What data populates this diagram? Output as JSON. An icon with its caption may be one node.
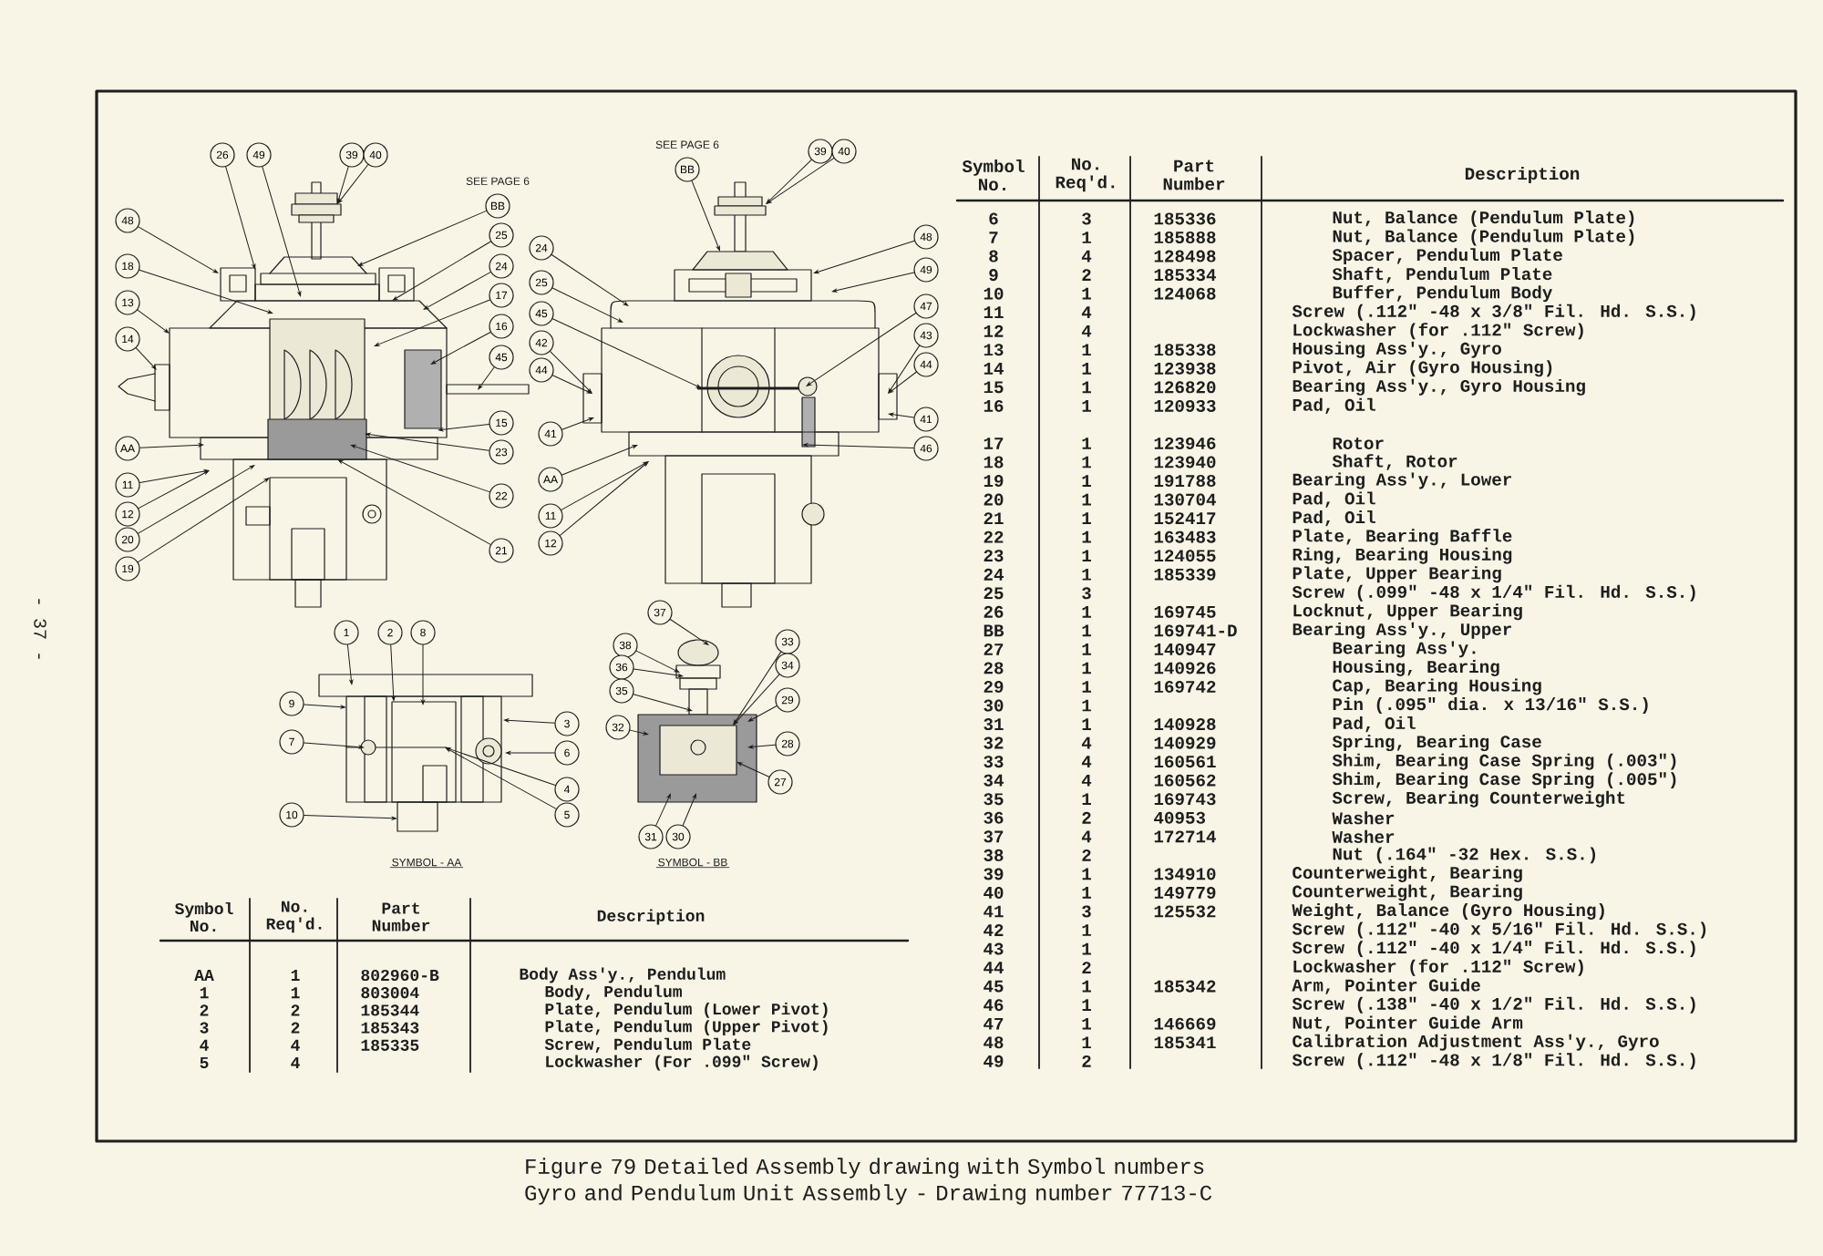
{
  "diagram": {
    "caption": "Figure 79 Detailed Assembly drawing with Symbol numbers Gyro and Pendulum Unit Assembly - Drawing number 77713-C",
    "nodes": [
      {
        "text": [
          "26"
        ]
      },
      {
        "text": [
          "49"
        ]
      },
      {
        "text": [
          "39"
        ]
      },
      {
        "text": [
          "40"
        ]
      },
      {
        "text": [
          "BB"
        ],
        "beside": [
          "SEE PAGE 6"
        ]
      },
      {
        "text": [
          "25"
        ]
      },
      {
        "text": [
          "24"
        ]
      },
      {
        "text": [
          "17"
        ]
      },
      {
        "text": [
          "16"
        ]
      },
      {
        "text": [
          "45"
        ]
      },
      {
        "text": [
          "15"
        ]
      },
      {
        "text": [
          "23"
        ]
      },
      {
        "text": [
          "22"
        ]
      },
      {
        "text": [
          "21"
        ]
      },
      {
        "text": [
          "48"
        ]
      },
      {
        "text": [
          "18"
        ]
      },
      {
        "text": [
          "13"
        ]
      },
      {
        "text": [
          "14"
        ]
      },
      {
        "text": [
          "AA"
        ]
      },
      {
        "text": [
          "11"
        ]
      },
      {
        "text": [
          "12"
        ]
      },
      {
        "text": [
          "20"
        ]
      },
      {
        "text": [
          "19"
        ]
      },
      {
        "text": [
          "BB"
        ],
        "beside": [
          "SEE PAGE 6"
        ]
      },
      {
        "text": [
          "39"
        ]
      },
      {
        "text": [
          "40"
        ]
      },
      {
        "text": [
          "24"
        ]
      },
      {
        "text": [
          "25"
        ]
      },
      {
        "text": [
          "45"
        ]
      },
      {
        "text": [
          "42"
        ]
      },
      {
        "text": [
          "44"
        ]
      },
      {
        "text": [
          "41"
        ]
      },
      {
        "text": [
          "AA"
        ]
      },
      {
        "text": [
          "11"
        ]
      },
      {
        "text": [
          "12"
        ]
      },
      {
        "text": [
          "48"
        ]
      },
      {
        "text": [
          "49"
        ]
      },
      {
        "text": [
          "47"
        ]
      },
      {
        "text": [
          "43"
        ]
      },
      {
        "text": [
          "44"
        ]
      },
      {
        "text": [
          "41"
        ]
      },
      {
        "text": [
          "46"
        ]
      },
      {
        "text": [
          "1"
        ]
      },
      {
        "text": [
          "2"
        ]
      },
      {
        "text": [
          "8"
        ]
      },
      {
        "text": [
          "9"
        ]
      },
      {
        "text": [
          "7"
        ]
      },
      {
        "text": [
          "3"
        ]
      },
      {
        "text": [
          "6"
        ]
      },
      {
        "text": [
          "4"
        ]
      },
      {
        "text": [
          "5"
        ]
      },
      {
        "text": [
          "10"
        ]
      },
      {
        "text": [
          "38"
        ]
      },
      {
        "text": [
          "37"
        ]
      },
      {
        "text": [
          "36"
        ]
      },
      {
        "text": [
          "35"
        ]
      },
      {
        "text": [
          "32"
        ]
      },
      {
        "text": [
          "33"
        ]
      },
      {
        "text": [
          "34"
        ]
      },
      {
        "text": [
          "29"
        ]
      },
      {
        "text": [
          "28"
        ]
      },
      {
        "text": [
          "27"
        ]
      },
      {
        "text": [
          "31"
        ]
      },
      {
        "text": [
          "30"
        ]
      }
    ],
    "edges": [
      {
        "from": 0,
        "to": null,
        "arrow": "to"
      },
      {
        "from": 1,
        "to": null,
        "arrow": "to"
      },
      {
        "from": 2,
        "to": null,
        "arrow": "to"
      },
      {
        "from": 3,
        "to": null,
        "arrow": "to"
      },
      {
        "from": 4,
        "to": null,
        "arrow": "to"
      },
      {
        "from": 5,
        "to": null,
        "arrow": "to"
      },
      {
        "from": 6,
        "to": null,
        "arrow": "to"
      },
      {
        "from": 7,
        "to": null,
        "arrow": "to"
      },
      {
        "from": 8,
        "to": null,
        "arrow": "to"
      },
      {
        "from": 9,
        "to": null,
        "arrow": "to"
      },
      {
        "from": 10,
        "to": null,
        "arrow": "to"
      },
      {
        "from": 11,
        "to": null,
        "arrow": "to"
      },
      {
        "from": 12,
        "to": null,
        "arrow": "to"
      },
      {
        "from": 13,
        "to": null,
        "arrow": "to"
      },
      {
        "from": 14,
        "to": null,
        "arrow": "to"
      },
      {
        "from": 15,
        "to": null,
        "arrow": "to"
      },
      {
        "from": 16,
        "to": null,
        "arrow": "to"
      },
      {
        "from": 17,
        "to": null,
        "arrow": "to"
      },
      {
        "from": 18,
        "to": null,
        "arrow": "to"
      },
      {
        "from": 19,
        "to": null,
        "arrow": "to"
      },
      {
        "from": 20,
        "to": null,
        "arrow": "to"
      },
      {
        "from": 21,
        "to": null,
        "arrow": "to"
      },
      {
        "from": 22,
        "to": null,
        "arrow": "to"
      },
      {
        "from": 23,
        "to": null,
        "arrow": "to"
      },
      {
        "from": 24,
        "to": null,
        "arrow": "to"
      },
      {
        "from": 25,
        "to": null,
        "arrow": "to"
      },
      {
        "from": 26,
        "to": null,
        "arrow": "to"
      },
      {
        "from": 27,
        "to": null,
        "arrow": "to"
      },
      {
        "from": 28,
        "to": null,
        "arrow": "to"
      },
      {
        "from": 29,
        "to": null,
        "arrow": "to"
      },
      {
        "from": 30,
        "to": null,
        "arrow": "to"
      },
      {
        "from": 31,
        "to": null,
        "arrow": "to"
      },
      {
        "from": 32,
        "to": null,
        "arrow": "to"
      },
      {
        "from": 33,
        "to": null,
        "arrow": "to"
      },
      {
        "from": 34,
        "to": null,
        "arrow": "to"
      },
      {
        "from": 35,
        "to": null,
        "arrow": "to"
      },
      {
        "from": 36,
        "to": null,
        "arrow": "to"
      },
      {
        "from": 37,
        "to": null,
        "arrow": "to"
      },
      {
        "from": 38,
        "to": null,
        "arrow": "to"
      },
      {
        "from": 39,
        "to": null,
        "arrow": "to"
      },
      {
        "from": 40,
        "to": null,
        "arrow": "to"
      },
      {
        "from": 41,
        "to": null,
        "arrow": "to"
      },
      {
        "from": 42,
        "to": null,
        "arrow": "to"
      },
      {
        "from": 43,
        "to": null,
        "arrow": "to"
      },
      {
        "from": 44,
        "to": null,
        "arrow": "to"
      },
      {
        "from": 45,
        "to": null,
        "arrow": "to"
      },
      {
        "from": 46,
        "to": null,
        "arrow": "to"
      },
      {
        "from": 47,
        "to": null,
        "arrow": "to"
      },
      {
        "from": 48,
        "to": null,
        "arrow": "to"
      },
      {
        "from": 49,
        "to": null,
        "arrow": "to"
      },
      {
        "from": 50,
        "to": null,
        "arrow": "to"
      },
      {
        "from": 51,
        "to": null,
        "arrow": "to"
      },
      {
        "from": 52,
        "to": null,
        "arrow": "to"
      },
      {
        "from": 53,
        "to": null,
        "arrow": "to"
      },
      {
        "from": 54,
        "to": null,
        "arrow": "to"
      },
      {
        "from": 55,
        "to": null,
        "arrow": "to"
      },
      {
        "from": 56,
        "to": null,
        "arrow": "to"
      },
      {
        "from": 57,
        "to": null,
        "arrow": "to"
      },
      {
        "from": 58,
        "to": null,
        "arrow": "to"
      },
      {
        "from": 59,
        "to": null,
        "arrow": "to"
      },
      {
        "from": 60,
        "to": null,
        "arrow": "to"
      },
      {
        "from": 61,
        "to": null,
        "arrow": "to"
      },
      {
        "from": 62,
        "to": null,
        "arrow": "to"
      },
      {
        "from": 63,
        "to": null,
        "arrow": "to"
      }
    ],
    "labels": [
      "- 37 -",
      "SYMBOL - AA",
      "SYMBOL - BB",
      "Symbol No.",
      "No. Req'd.",
      "Part Number",
      "Description",
      "6",
      "3",
      "185336",
      "Nut, Balance (Pendulum Plate)",
      "7",
      "1",
      "185888",
      "Nut, Balance (Pendulum Plate)",
      "8",
      "4",
      "128498",
      "Spacer, Pendulum Plate",
      "9",
      "2",
      "185334",
      "Shaft, Pendulum Plate",
      "10",
      "1",
      "124068",
      "Buffer, Pendulum Body",
      "11",
      "4",
      "Screw (.112\" -48 x 3/8\" Fil. Hd. S.S.)",
      "12",
      "4",
      "Lockwasher (for .112\" Screw)",
      "13",
      "1",
      "185338",
      "Housing Ass'y., Gyro",
      "14",
      "1",
      "123938",
      "Pivot, Air (Gyro Housing)",
      "15",
      "1",
      "126820",
      "Bearing Ass'y., Gyro Housing",
      "16",
      "1",
      "120933",
      "Pad, Oil",
      "17",
      "1",
      "123946",
      "Rotor",
      "18",
      "1",
      "123940",
      "Shaft, Rotor",
      "19",
      "1",
      "191788",
      "Bearing Ass'y., Lower",
      "20",
      "1",
      "130704",
      "Pad, Oil",
      "21",
      "1",
      "152417",
      "Pad, Oil",
      "22",
      "1",
      "163483",
      "Plate, Bearing Baffle",
      "23",
      "1",
      "124055",
      "Ring, Bearing Housing",
      "24",
      "1",
      "185339",
      "Plate, Upper Bearing",
      "25",
      "3",
      "Screw (.099\" -48 x 1/4\" Fil. Hd. S.S.)",
      "26",
      "1",
      "169745",
      "Locknut, Upper Bearing",
      "BB",
      "1",
      "169741-D",
      "Bearing Ass'y., Upper",
      "27",
      "1",
      "140947",
      "Bearing Ass'y.",
      "28",
      "1",
      "140926",
      "Housing, Bearing",
      "29",
      "1",
      "169742",
      "Cap, Bearing Housing",
      "30",
      "1",
      "Pin (.095\" dia. x 13/16\" S.S.)",
      "31",
      "1",
      "140928",
      "Pad, Oil",
      "32",
      "4",
      "140929",
      "Spring, Bearing Case",
      "33",
      "4",
      "160561",
      "Shim, Bearing Case Spring (.003\")",
      "34",
      "4",
      "160562",
      "Shim, Bearing Case Spring (.005\")",
      "35",
      "1",
      "169743",
      "Screw, Bearing Counterweight",
      "36",
      "2",
      "40953",
      "Washer",
      "37",
      "4",
      "172714",
      "Washer",
      "38",
      "2",
      "Nut (.164\" -32 Hex. S.S.)",
      "39",
      "1",
      "134910",
      "Counterweight, Bearing",
      "40",
      "1",
      "149779",
      "Counterweight, Bearing",
      "41",
      "3",
      "125532",
      "Weight, Balance (Gyro Housing)",
      "42",
      "1",
      "Screw (.112\" -40 x 5/16\" Fil. Hd. S.S.)",
      "43",
      "1",
      "Screw (.112\" -40 x 1/4\" Fil. Hd. S.S.)",
      "44",
      "2",
      "Lockwasher (for .112\" Screw)",
      "45",
      "1",
      "185342",
      "Arm, Pointer Guide",
      "46",
      "1",
      "Screw (.138\" -40 x 1/2\" Fil. Hd. S.S.)",
      "47",
      "1",
      "146669",
      "Nut, Pointer Guide Arm",
      "48",
      "1",
      "185341",
      "Calibration Adjustment Ass'y., Gyro",
      "49",
      "2",
      "Screw (.112\" -48 x 1/8\" Fil. Hd. S.S.)",
      "Symbol No.",
      "No. Req'd.",
      "Part Number",
      "Description",
      "AA",
      "1",
      "802960-B",
      "Body Ass'y., Pendulum",
      "1",
      "1",
      "803004",
      "Body, Pendulum",
      "2",
      "2",
      "185344",
      "Plate, Pendulum (Lower Pivot)",
      "3",
      "2",
      "185343",
      "Plate, Pendulum (Upper Pivot)",
      "4",
      "4",
      "185335",
      "Screw, Pendulum Plate",
      "5",
      "4",
      "Lockwasher (For .099\" Screw)"
    ]
  }
}
